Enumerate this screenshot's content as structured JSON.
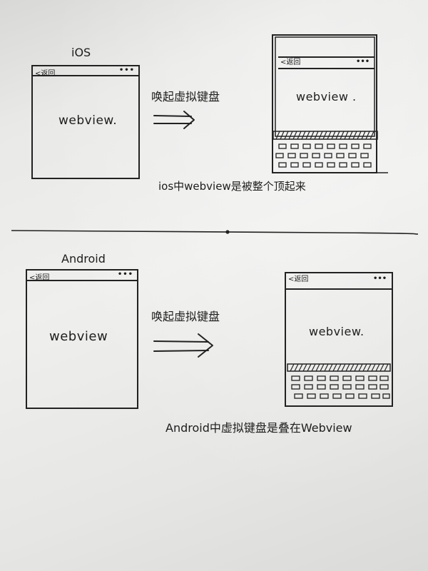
{
  "ios": {
    "title": "iOS",
    "back": "<返回",
    "more": "•••",
    "webview": "webview.",
    "action": "唤起虚拟键盘",
    "after_back": "<返回",
    "after_more": "•••",
    "after_webview": "webview .",
    "note": "ios中webview是被整个顶起来"
  },
  "android": {
    "title": "Android",
    "back": "<返回",
    "more": "•••",
    "webview": "webview",
    "action": "唤起虚拟键盘",
    "after_back": "<返回",
    "after_more": "•••",
    "after_webview": "webview.",
    "note": "Android中虚拟键盘是叠在Webview"
  },
  "colors": {
    "ink": "#1e1e1e",
    "paper": "#ececea"
  }
}
